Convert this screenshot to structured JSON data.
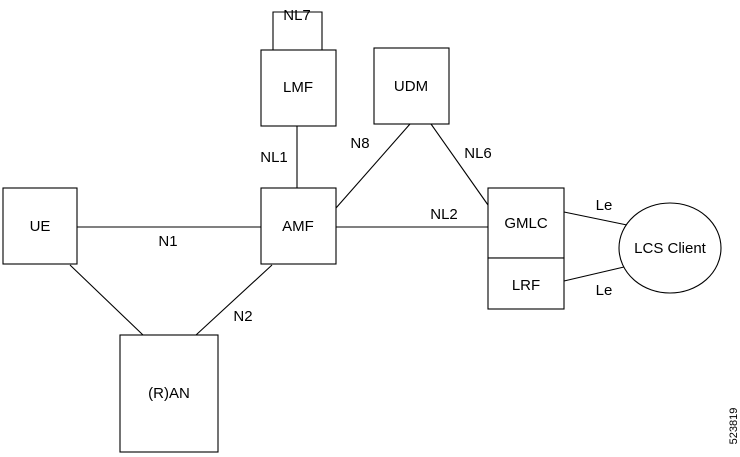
{
  "nodes": {
    "ue": "UE",
    "amf": "AMF",
    "lmf": "LMF",
    "udm": "UDM",
    "gmlc": "GMLC",
    "lrf": "LRF",
    "ran": "(R)AN",
    "lcs_client": "LCS Client"
  },
  "interfaces": {
    "n1": "N1",
    "n2": "N2",
    "n8": "N8",
    "nl1": "NL1",
    "nl2": "NL2",
    "nl6": "NL6",
    "nl7": "NL7",
    "le_top": "Le",
    "le_bottom": "Le"
  },
  "figure_id": "523819"
}
